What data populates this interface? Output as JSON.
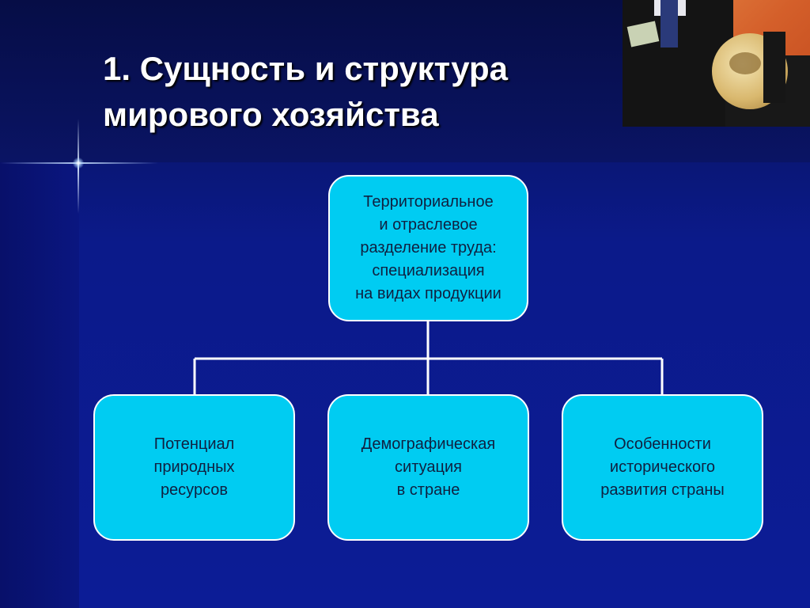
{
  "slide": {
    "title_lines": [
      "1. Сущность и структура",
      "мирового хозяйства"
    ]
  },
  "diagram": {
    "root": {
      "text": "Территориальное\nи отраслевое\nразделение труда:\nспециализация\nна видах продукции"
    },
    "children": [
      {
        "text": "Потенциал\nприродных\nресурсов"
      },
      {
        "text": "Демографическая\nситуация\nв стране"
      },
      {
        "text": "Особенности\nисторического\nразвития страны"
      }
    ]
  },
  "colors": {
    "box_fill": "#00ccf2",
    "background": "#0b1a8a",
    "title_text": "#ffffff"
  }
}
